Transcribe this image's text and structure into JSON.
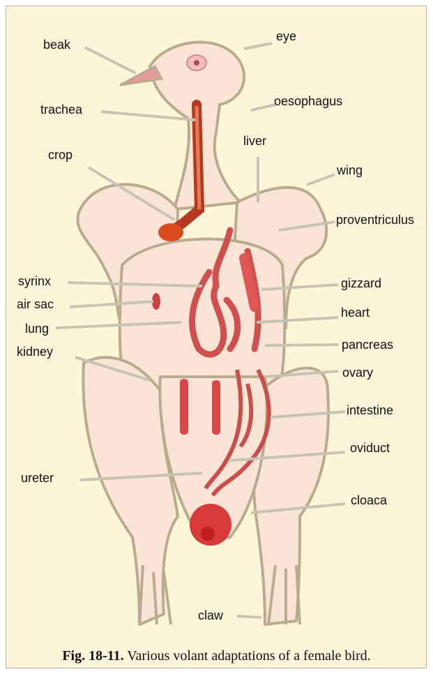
{
  "figure": {
    "caption_number": "Fig. 18-11.",
    "caption_text": " Various volant adaptations of a female bird."
  },
  "labels": {
    "beak": "beak",
    "eye": "eye",
    "trachea": "trachea",
    "oesophagus": "oesophagus",
    "liver": "liver",
    "crop": "crop",
    "wing": "wing",
    "proventriculus": "proventriculus",
    "syrinx": "syrinx",
    "gizzard": "gizzard",
    "air_sac": "air sac",
    "heart": "heart",
    "lung": "lung",
    "pancreas": "pancreas",
    "kidney": "kidney",
    "ovary": "ovary",
    "intestine": "intestine",
    "oviduct": "oviduct",
    "ureter": "ureter",
    "cloaca": "cloaca",
    "claw": "claw"
  },
  "colors": {
    "background": "#fdf5da",
    "body": "#f9e4d6",
    "outline": "#b8ab8e",
    "organ_red": "#d94a4a",
    "organ_dark": "#b5391f",
    "leader": "#c8c3b2"
  }
}
